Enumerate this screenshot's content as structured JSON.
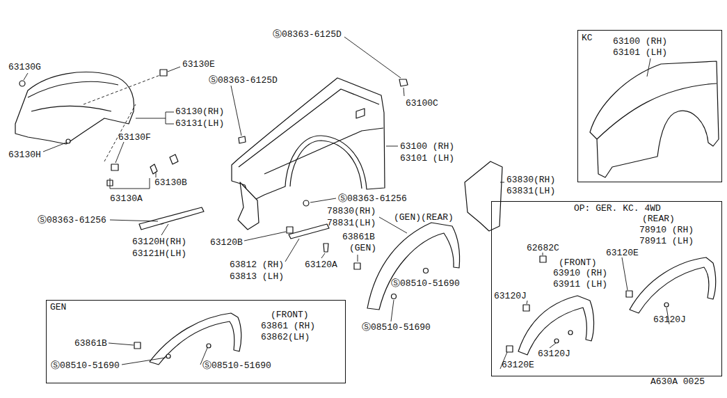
{
  "diagram": {
    "nodes": [
      {
        "text": [
          "KC",
          "63100 (RH)",
          "63101 (LH)"
        ]
      },
      {
        "text": [
          "OP: GER. KC. 4WD",
          "(REAR)",
          "78910 (RH)",
          "78911 (LH)",
          "62682C",
          "63120E",
          "(FRONT)",
          "63910 (RH)",
          "63911 (LH)",
          "63120J",
          "63120J",
          "63120J",
          "63120E"
        ]
      },
      {
        "text": [
          "GEN",
          "(FRONT)",
          "63861 (RH)",
          "63862(LH)",
          "63861B",
          "Ⓢ08510-51690",
          "Ⓢ08510-51690"
        ]
      }
    ],
    "labels": [
      "63130G",
      "63130E",
      "Ⓢ08363-6125D",
      "Ⓢ08363-6125D",
      "63130(RH)",
      "63131(LH)",
      "63100C",
      "63130F",
      "63100 (RH)",
      "63101 (LH)",
      "63130H",
      "63830(RH)",
      "63831(LH)",
      "63130B",
      "63130A",
      "Ⓢ08363-61256",
      "78830(RH)",
      "78831(LH)",
      "(GEN)(REAR)",
      "Ⓢ08363-61256",
      "63120B",
      "63120H(RH)",
      "63121H(LH)",
      "63861B",
      "(GEN)",
      "63812 (RH)",
      "63813 (LH)",
      "63120A",
      "Ⓢ08510-51690",
      "Ⓢ08510-51690",
      "A630A 0025"
    ]
  }
}
